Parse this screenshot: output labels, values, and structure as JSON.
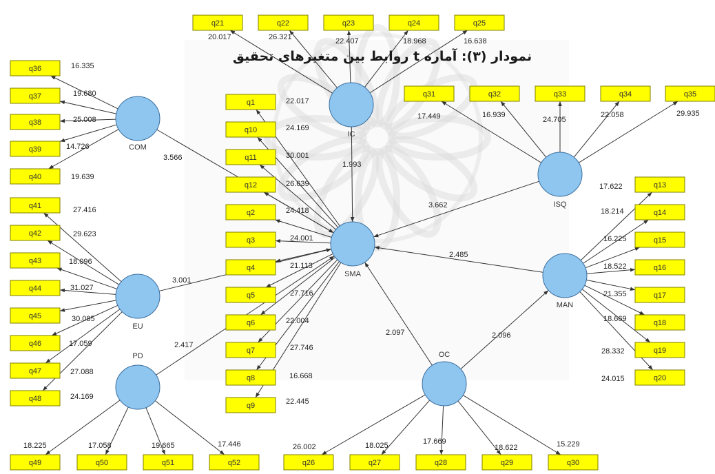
{
  "title": "نمودار (۳): آماره t روابط بین متغیرهای تحقیق",
  "colors": {
    "latent_fill": "#8EC6F0",
    "latent_stroke": "#3C6E9E",
    "indicator_fill": "#FFFF00",
    "indicator_stroke": "#7F7F00",
    "arrow": "#333333",
    "watermark": "#D9D9D9"
  },
  "latent_variables": [
    {
      "id": "COM",
      "label": "COM"
    },
    {
      "id": "IC",
      "label": "IC"
    },
    {
      "id": "ISQ",
      "label": "ISQ"
    },
    {
      "id": "SMA",
      "label": "SMA"
    },
    {
      "id": "EU",
      "label": "EU"
    },
    {
      "id": "MAN",
      "label": "MAN"
    },
    {
      "id": "PD",
      "label": "PD"
    },
    {
      "id": "OC",
      "label": "OC"
    }
  ],
  "structural_paths": [
    {
      "from": "COM",
      "to": "SMA",
      "t": "3.566"
    },
    {
      "from": "IC",
      "to": "SMA",
      "t": "1.993"
    },
    {
      "from": "ISQ",
      "to": "SMA",
      "t": "3.662"
    },
    {
      "from": "EU",
      "to": "SMA",
      "t": "3.001"
    },
    {
      "from": "MAN",
      "to": "SMA",
      "t": "2.485"
    },
    {
      "from": "PD",
      "to": "SMA",
      "t": "2.417"
    },
    {
      "from": "OC",
      "to": "SMA",
      "t": "2.097"
    },
    {
      "from": "OC",
      "to": "MAN",
      "t": "2.096"
    }
  ],
  "indicators": [
    {
      "id": "q21",
      "latent": "IC",
      "t": "20.017"
    },
    {
      "id": "q22",
      "latent": "IC",
      "t": "26.321"
    },
    {
      "id": "q23",
      "latent": "IC",
      "t": "22.407"
    },
    {
      "id": "q24",
      "latent": "IC",
      "t": "18.968"
    },
    {
      "id": "q25",
      "latent": "IC",
      "t": "16.638"
    },
    {
      "id": "q36",
      "latent": "COM",
      "t": "16.335"
    },
    {
      "id": "q37",
      "latent": "COM",
      "t": "19.680"
    },
    {
      "id": "q38",
      "latent": "COM",
      "t": "25.008"
    },
    {
      "id": "q39",
      "latent": "COM",
      "t": "14.726"
    },
    {
      "id": "q40",
      "latent": "COM",
      "t": "19.639"
    },
    {
      "id": "q1",
      "latent": "SMA",
      "t": "22.017"
    },
    {
      "id": "q10",
      "latent": "SMA",
      "t": "24.169"
    },
    {
      "id": "q11",
      "latent": "SMA",
      "t": "30.001"
    },
    {
      "id": "q12",
      "latent": "SMA",
      "t": "26.639"
    },
    {
      "id": "q2",
      "latent": "SMA",
      "t": "24.418"
    },
    {
      "id": "q3",
      "latent": "SMA",
      "t": "24.001"
    },
    {
      "id": "q4",
      "latent": "SMA",
      "t": "21.113"
    },
    {
      "id": "q5",
      "latent": "SMA",
      "t": "27.716"
    },
    {
      "id": "q6",
      "latent": "SMA",
      "t": "22.004"
    },
    {
      "id": "q7",
      "latent": "SMA",
      "t": "27.746"
    },
    {
      "id": "q8",
      "latent": "SMA",
      "t": "16.668"
    },
    {
      "id": "q9",
      "latent": "SMA",
      "t": "22.445"
    },
    {
      "id": "q31",
      "latent": "ISQ",
      "t": "17.449"
    },
    {
      "id": "q32",
      "latent": "ISQ",
      "t": "16.939"
    },
    {
      "id": "q33",
      "latent": "ISQ",
      "t": "24.705"
    },
    {
      "id": "q34",
      "latent": "ISQ",
      "t": "22.058"
    },
    {
      "id": "q35",
      "latent": "ISQ",
      "t": "29.935"
    },
    {
      "id": "q13",
      "latent": "MAN",
      "t": "17.622"
    },
    {
      "id": "q14",
      "latent": "MAN",
      "t": "18.214"
    },
    {
      "id": "q15",
      "latent": "MAN",
      "t": "16.225"
    },
    {
      "id": "q16",
      "latent": "MAN",
      "t": "18.522"
    },
    {
      "id": "q17",
      "latent": "MAN",
      "t": "21.355"
    },
    {
      "id": "q18",
      "latent": "MAN",
      "t": "18.669"
    },
    {
      "id": "q19",
      "latent": "MAN",
      "t": "28.332"
    },
    {
      "id": "q20",
      "latent": "MAN",
      "t": "24.015"
    },
    {
      "id": "q41",
      "latent": "EU",
      "t": "27.416"
    },
    {
      "id": "q42",
      "latent": "EU",
      "t": "29.623"
    },
    {
      "id": "q43",
      "latent": "EU",
      "t": "18.096"
    },
    {
      "id": "q44",
      "latent": "EU",
      "t": "31.027"
    },
    {
      "id": "q45",
      "latent": "EU",
      "t": "30.085"
    },
    {
      "id": "q46",
      "latent": "EU",
      "t": "17.059"
    },
    {
      "id": "q47",
      "latent": "EU",
      "t": "27.088"
    },
    {
      "id": "q48",
      "latent": "EU",
      "t": "24.169"
    },
    {
      "id": "q49",
      "latent": "PD",
      "t": "18.225"
    },
    {
      "id": "q50",
      "latent": "PD",
      "t": "17.058"
    },
    {
      "id": "q51",
      "latent": "PD",
      "t": "19.665"
    },
    {
      "id": "q52",
      "latent": "PD",
      "t": "17.446"
    },
    {
      "id": "q26",
      "latent": "OC",
      "t": "26.002"
    },
    {
      "id": "q27",
      "latent": "OC",
      "t": "18.025"
    },
    {
      "id": "q28",
      "latent": "OC",
      "t": "17.669"
    },
    {
      "id": "q29",
      "latent": "OC",
      "t": "18.622"
    },
    {
      "id": "q30",
      "latent": "OC",
      "t": "15.229"
    }
  ]
}
